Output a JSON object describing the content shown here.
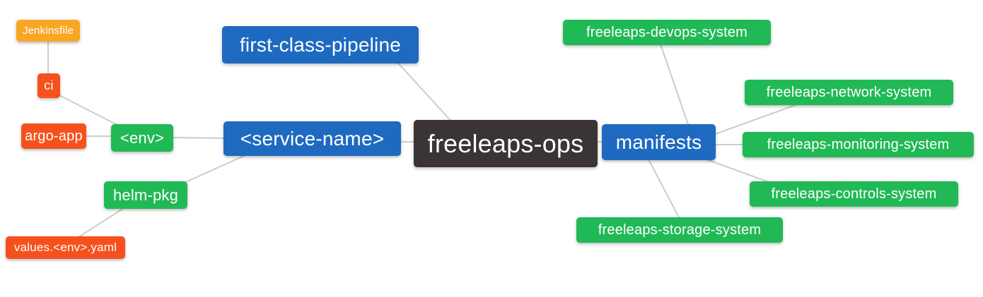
{
  "diagram": {
    "type": "mindmap",
    "background_color": "#ffffff",
    "edge_color": "#cccccc",
    "palette": {
      "root": "#3a3534",
      "branch_blue": "#1e6ac1",
      "leaf_green": "#21b956",
      "leaf_red": "#f6511d",
      "leaf_orange": "#f8a725",
      "text": "#ffffff"
    },
    "nodes": {
      "freeleaps_ops": {
        "label": "freeleaps-ops",
        "color": "#3a3534"
      },
      "first_class_pipeline": {
        "label": "first-class-pipeline",
        "color": "#1e6ac1"
      },
      "service_name": {
        "label": "<service-name>",
        "color": "#1e6ac1"
      },
      "manifests": {
        "label": "manifests",
        "color": "#1e6ac1"
      },
      "env": {
        "label": "<env>",
        "color": "#21b956"
      },
      "helm_pkg": {
        "label": "helm-pkg",
        "color": "#21b956"
      },
      "ci": {
        "label": "ci",
        "color": "#f6511d"
      },
      "argo_app": {
        "label": "argo-app",
        "color": "#f6511d"
      },
      "jenkinsfile": {
        "label": "Jenkinsfile",
        "color": "#f8a725"
      },
      "values_env_yaml": {
        "label": "values.<env>.yaml",
        "color": "#f6511d"
      },
      "devops_system": {
        "label": "freeleaps-devops-system",
        "color": "#21b956"
      },
      "network_system": {
        "label": "freeleaps-network-system",
        "color": "#21b956"
      },
      "monitoring_system": {
        "label": "freeleaps-monitoring-system",
        "color": "#21b956"
      },
      "controls_system": {
        "label": "freeleaps-controls-system",
        "color": "#21b956"
      },
      "storage_system": {
        "label": "freeleaps-storage-system",
        "color": "#21b956"
      }
    },
    "edges": [
      [
        "ci",
        "jenkinsfile"
      ],
      [
        "env",
        "ci"
      ],
      [
        "env",
        "argo_app"
      ],
      [
        "service_name",
        "env"
      ],
      [
        "service_name",
        "helm_pkg"
      ],
      [
        "helm_pkg",
        "values_env_yaml"
      ],
      [
        "freeleaps_ops",
        "first_class_pipeline"
      ],
      [
        "freeleaps_ops",
        "service_name"
      ],
      [
        "freeleaps_ops",
        "manifests"
      ],
      [
        "manifests",
        "devops_system"
      ],
      [
        "manifests",
        "network_system"
      ],
      [
        "manifests",
        "monitoring_system"
      ],
      [
        "manifests",
        "controls_system"
      ],
      [
        "manifests",
        "storage_system"
      ]
    ]
  }
}
